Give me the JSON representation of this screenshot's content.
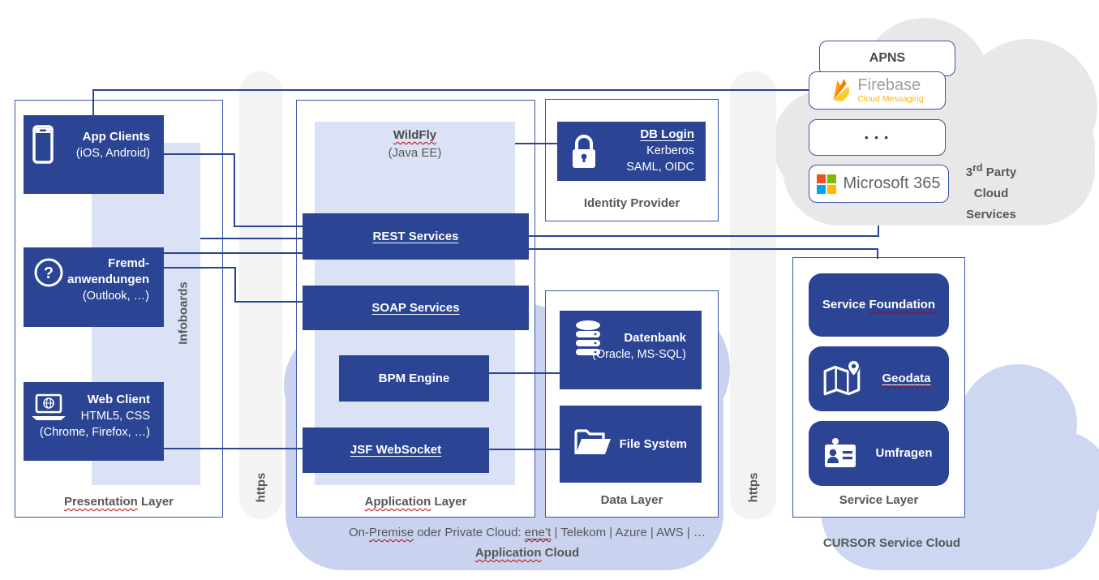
{
  "colors": {
    "accent_blue": "#2b4494",
    "container_border": "#3a56a8",
    "lavender": "#dbe2f5",
    "application_cloud": "#c9d3ef",
    "cursor_cloud": "#cdd7f2",
    "third_party_cloud": "#e8e8e8",
    "https_band": "#f3f3f3",
    "label_gray": "#575757",
    "spellcheck_red": "#c00000",
    "ms_red": "#f25022",
    "ms_green": "#7fba00",
    "ms_blue": "#00a4ef",
    "ms_yellow": "#ffb900",
    "firebase_text_gray": "#9aa0a8",
    "firebase_yellow": "#f6b40e"
  },
  "presentation": {
    "label_word1": "Presentation",
    "label_word2": " Layer",
    "infoboards": "Infoboards",
    "app_clients": {
      "title": "App Clients",
      "subtitle": "(iOS, Android)"
    },
    "fremd": {
      "line1": "Fremd-",
      "line2": "anwendungen",
      "line3": "(Outlook, …)"
    },
    "web_client": {
      "title": "Web Client",
      "line2": "HTML5, CSS",
      "line3": "(Chrome, Firefox, …)"
    }
  },
  "https_label": "https",
  "application": {
    "label_word1": "Application",
    "label_word2": " Layer",
    "wildfly": "WildFly",
    "wildfly_sub": "(Java EE)",
    "rest": "REST Services",
    "soap": "SOAP Services",
    "bpm": "BPM Engine",
    "jsf": "JSF WebSocket"
  },
  "identity": {
    "label": "Identity Provider",
    "title": "DB Login",
    "line2": "Kerberos",
    "line3": "SAML, OIDC"
  },
  "data_layer": {
    "label": "Data Layer",
    "db_title": "Datenbank",
    "db_sub": "(Oracle, MS-SQL)",
    "fs_title": "File System"
  },
  "third_party": {
    "apns": "APNS",
    "firebase": "Firebase",
    "firebase_sub": "Cloud Messaging",
    "dots": "• • •",
    "microsoft": "Microsoft 365",
    "caption_num": "3",
    "caption_sup": "rd",
    "caption_rest": " Party",
    "caption_line2": "Cloud",
    "caption_line3": "Services"
  },
  "service": {
    "label": "Service Layer",
    "foundation_word1": "Service ",
    "foundation_word2": "Foundation",
    "geodata": "Geodata",
    "umfragen": "Umfragen"
  },
  "clouds": {
    "onprem_t1": "On-",
    "onprem_t2": "Premise",
    "onprem_t3": " oder Private Cloud: ",
    "onprem_t4": "ene’t",
    "onprem_t5": " | Telekom | Azure | AWS | …",
    "application_label_word1": "Application",
    "application_label_word2": " Cloud",
    "cursor_label": "CURSOR Service Cloud"
  }
}
